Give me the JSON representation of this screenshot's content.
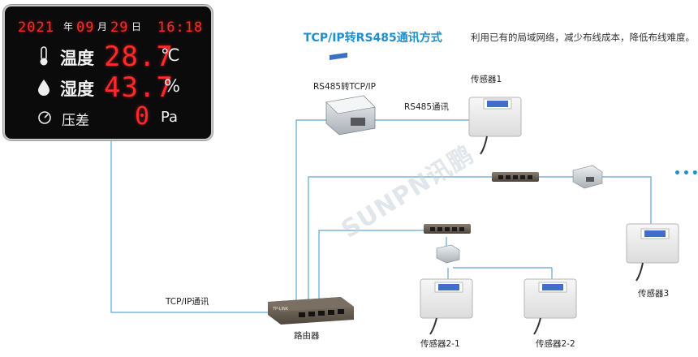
{
  "display": {
    "year": "2021",
    "year_unit": "年",
    "month": "09",
    "month_unit": "月",
    "day": "29",
    "day_unit": "日",
    "time": "16:18",
    "rows": [
      {
        "label": "温度",
        "value": "28.7",
        "unit": "℃",
        "icon": "thermometer-icon"
      },
      {
        "label": "湿度",
        "value": "43.7",
        "unit": "%",
        "icon": "water-drop-icon"
      },
      {
        "label": "压差",
        "value": "0",
        "unit": "Pa",
        "icon": "gauge-icon"
      }
    ]
  },
  "header": {
    "title": "TCP/IP转RS485通讯方式",
    "subtitle": "利用已有的局域网络，减少布线成本，降低布线难度。"
  },
  "labels": {
    "converter": "RS485转TCP/IP",
    "rs485_link": "RS485通讯",
    "tcpip_link": "TCP/IP通讯",
    "router": "路由器",
    "sensor1": "传感器1",
    "sensor2_1": "传感器2-1",
    "sensor2_2": "传感器2-2",
    "sensor3": "传感器3",
    "more": "•••"
  },
  "watermark": "SUNPN讯鹏",
  "colors": {
    "title": "#1f8fd0",
    "line": "#5fa8cf",
    "led": "#ff2a2a"
  }
}
